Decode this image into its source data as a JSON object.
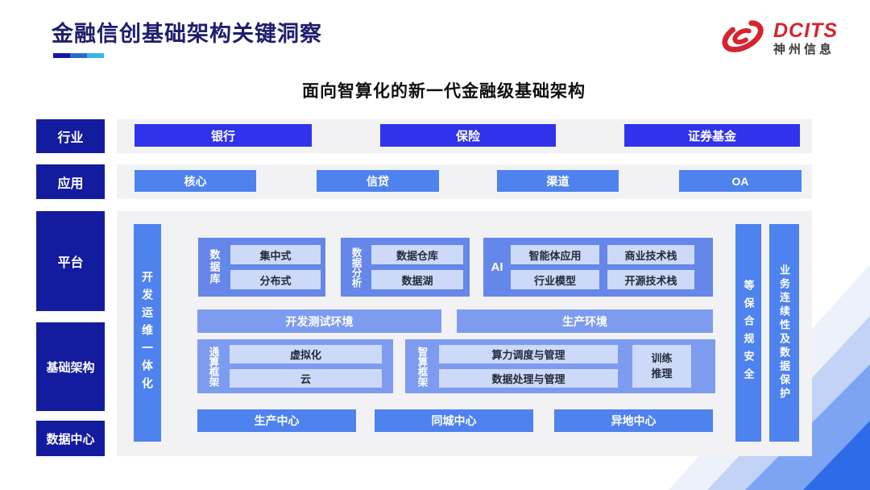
{
  "header": {
    "title": "金融信创基础架构关键洞察",
    "logo": {
      "brand": "DCITS",
      "company": "神州信息"
    },
    "subtitle": "面向智算化的新一代金融级基础架构"
  },
  "sidebar": {
    "items": [
      "行业",
      "应用",
      "平台",
      "基础架构",
      "数据中心"
    ]
  },
  "industry_row": [
    "银行",
    "保险",
    "证券基金"
  ],
  "application_row": [
    "核心",
    "信贷",
    "渠道",
    "OA"
  ],
  "platform": {
    "devops_bar": "开发运维一体化",
    "database": {
      "label": "数据库",
      "items": [
        "集中式",
        "分布式"
      ]
    },
    "analytics": {
      "label": "数据分析",
      "items": [
        "数据仓库",
        "数据湖"
      ]
    },
    "ai": {
      "label": "AI",
      "items": [
        "智能体应用",
        "商业技术栈",
        "行业模型",
        "开源技术栈"
      ]
    },
    "environments": [
      "开发测试环境",
      "生产环境"
    ],
    "general_compute": {
      "label": "通算框架",
      "items": [
        "虚拟化",
        "云"
      ]
    },
    "intelligent_compute": {
      "label": "智算框架",
      "items": [
        "算力调度与管理",
        "数据处理与管理"
      ],
      "side_item": "训练推理"
    },
    "centers": [
      "生产中心",
      "同城中心",
      "异地中心"
    ],
    "security_bars": [
      "等保合规安全",
      "业务连续性及数据保护"
    ]
  },
  "colors": {
    "sidebar_navy": "#131b9e",
    "industry_blue": "#3032ec",
    "cornflower_blue": "#4e82ee",
    "container_blue": "#6487e9",
    "frame_blue": "#7e9cef",
    "chip_light": "#cdd9f8",
    "panel_gray": "#f2f2f4",
    "title_navy": "#201d6e",
    "logo_red": "#d5232f"
  }
}
